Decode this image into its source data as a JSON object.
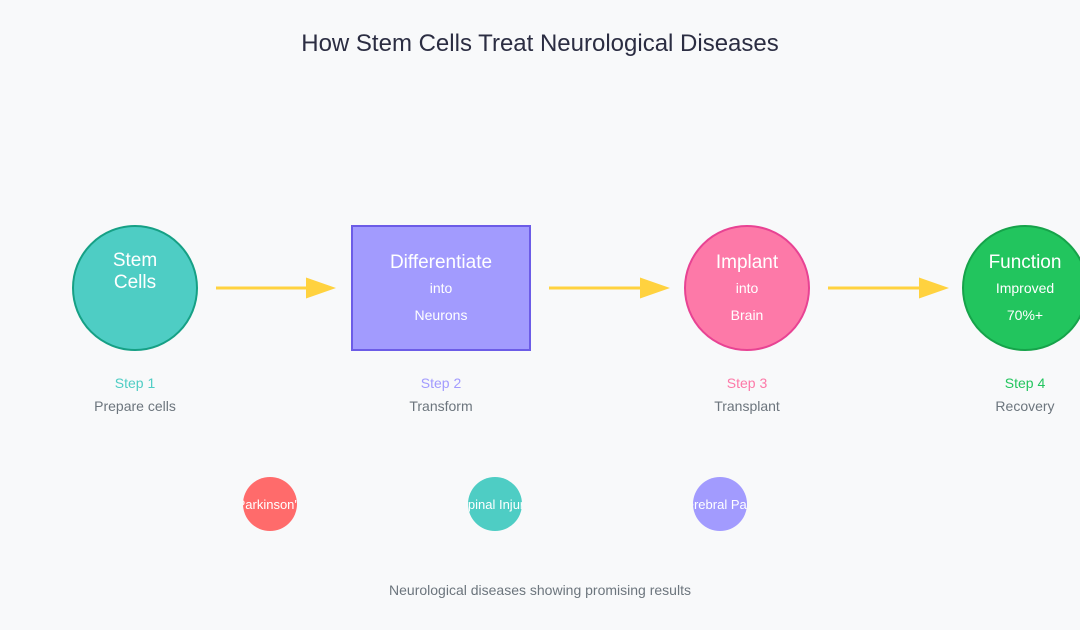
{
  "title": "How Stem Cells Treat Neurological Diseases",
  "colors": {
    "background": "#f8f9fa",
    "arrow": "#ffd23f",
    "teal": "#4ecdc4",
    "teal_stroke": "#16a085",
    "purple": "#a29bfe",
    "purple_stroke": "#6c5ce7",
    "pink": "#fd79a8",
    "pink_stroke": "#e84393",
    "green": "#22c55e",
    "green_stroke": "#16a34a",
    "red": "#ff6b6b",
    "title_text": "#2b2d42",
    "muted_text": "#6c757d"
  },
  "steps": [
    {
      "shape": "circle",
      "title_lines": [
        "Stem",
        "Cells"
      ],
      "sub_lines": [],
      "step_label": "Step 1",
      "description": "Prepare cells",
      "fill": "#4ecdc4",
      "stroke": "#16a085",
      "icon": "stem-cell-circle"
    },
    {
      "shape": "rect",
      "title_lines": [
        "Differentiate"
      ],
      "sub_lines": [
        "into",
        "Neurons"
      ],
      "step_label": "Step 2",
      "description": "Transform",
      "fill": "#a29bfe",
      "stroke": "#6c5ce7",
      "icon": "differentiate-box"
    },
    {
      "shape": "circle",
      "title_lines": [
        "Implant"
      ],
      "sub_lines": [
        "into",
        "Brain"
      ],
      "step_label": "Step 3",
      "description": "Transplant",
      "fill": "#fd79a8",
      "stroke": "#e84393",
      "icon": "implant-circle"
    },
    {
      "shape": "circle",
      "title_lines": [
        "Function"
      ],
      "sub_lines": [
        "Improved",
        "70%+"
      ],
      "step_label": "Step 4",
      "description": "Recovery",
      "fill": "#22c55e",
      "stroke": "#16a34a",
      "icon": "function-circle"
    }
  ],
  "diseases": [
    {
      "label": "Parkinson's",
      "fill": "#ff6b6b"
    },
    {
      "label": "Spinal Injury",
      "fill": "#4ecdc4"
    },
    {
      "label": "Cerebral Palsy",
      "fill": "#a29bfe"
    }
  ],
  "caption": "Neurological diseases showing promising results"
}
